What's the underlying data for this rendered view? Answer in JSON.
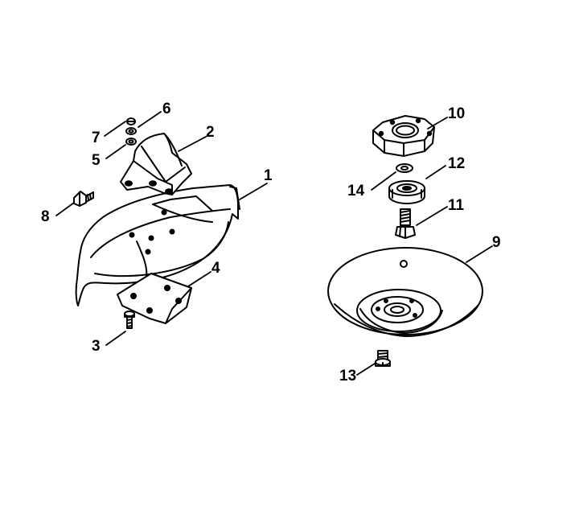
{
  "diagram": {
    "parts": [
      {
        "id": "shield",
        "callout": "1"
      },
      {
        "id": "bracket",
        "callout": "2"
      },
      {
        "id": "screw-small",
        "callout": "3"
      },
      {
        "id": "plate",
        "callout": "4"
      },
      {
        "id": "washer",
        "callout": "5"
      },
      {
        "id": "lock-washer",
        "callout": "6"
      },
      {
        "id": "nut",
        "callout": "7"
      },
      {
        "id": "bolt",
        "callout": "8"
      },
      {
        "id": "thrust-plate",
        "callout": "9"
      },
      {
        "id": "bearing-housing",
        "callout": "10"
      },
      {
        "id": "spindle-screw",
        "callout": "11"
      },
      {
        "id": "ball-bearing",
        "callout": "12"
      },
      {
        "id": "screw-thrust",
        "callout": "13"
      },
      {
        "id": "retaining-ring",
        "callout": "14"
      }
    ]
  },
  "colors": {
    "line": "#000000",
    "background": "#ffffff"
  }
}
